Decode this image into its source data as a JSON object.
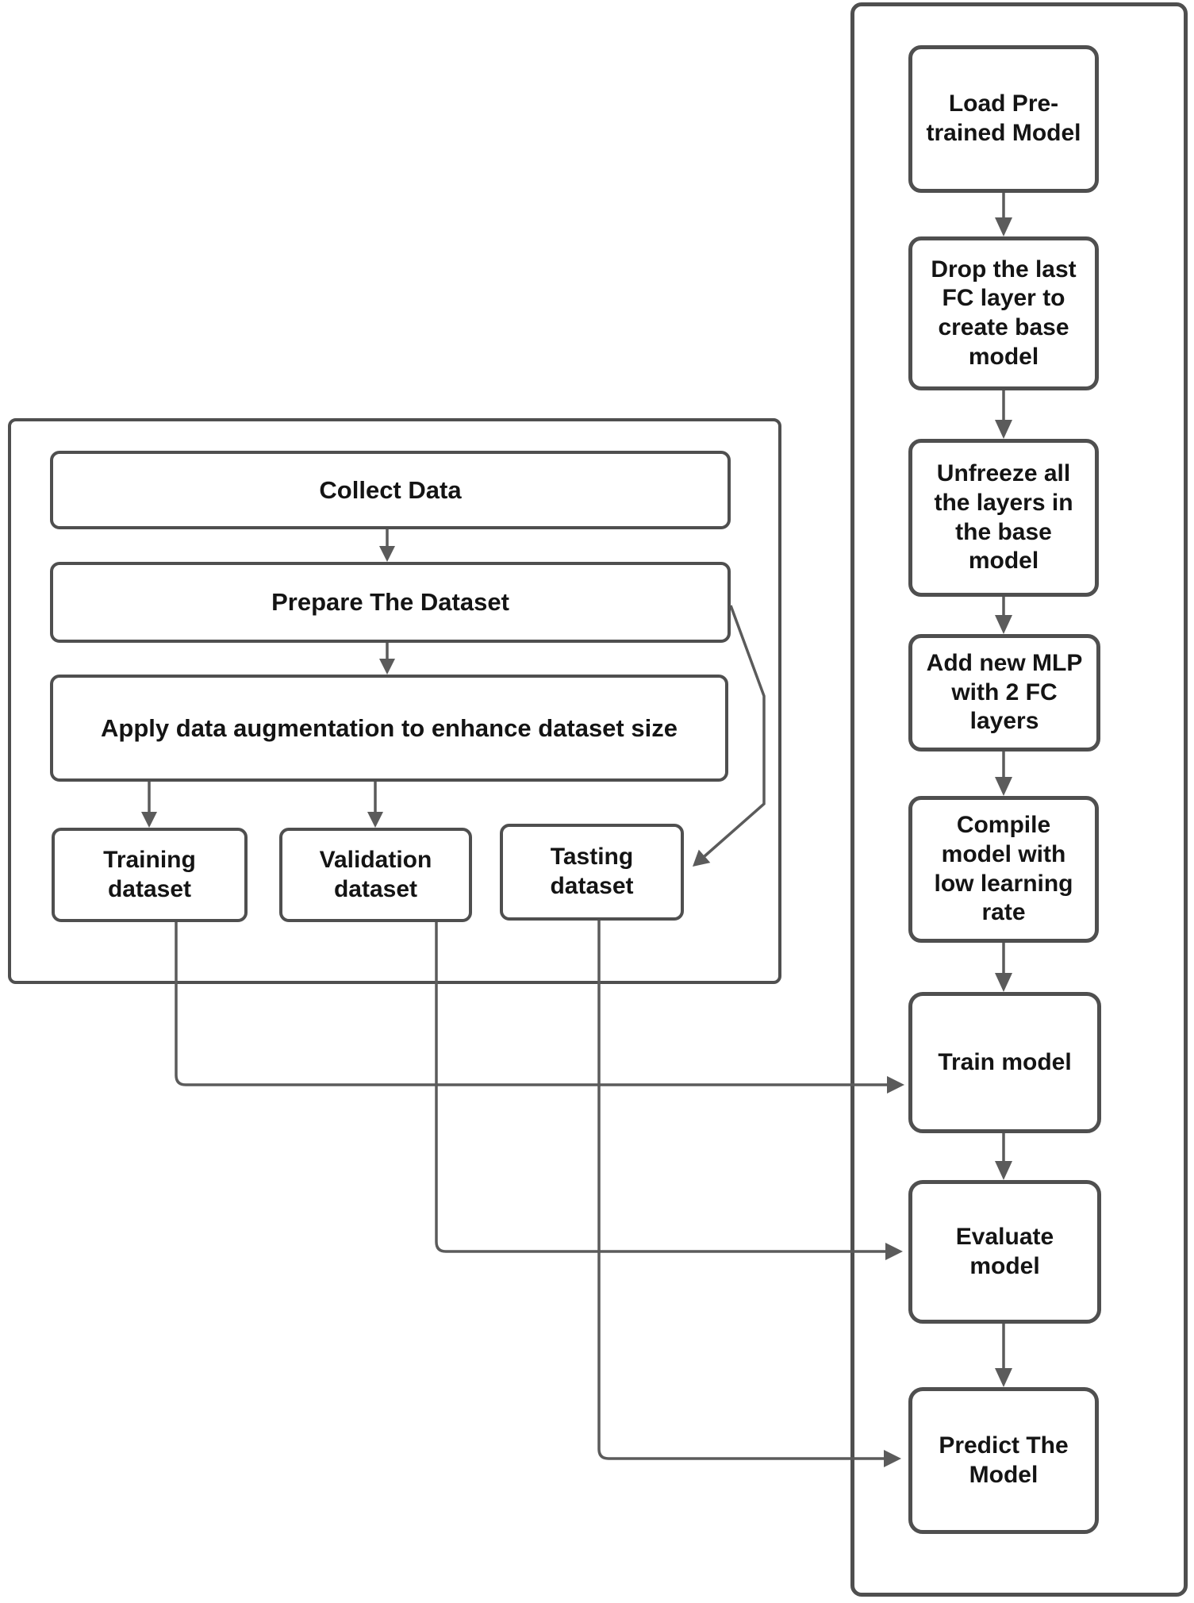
{
  "colors": {
    "background": "#ffffff",
    "box_border": "#4f4f4f",
    "connector": "#5b5b5b",
    "text": "#141414"
  },
  "left_group": {
    "nodes": [
      {
        "id": "collect-data",
        "label": "Collect Data"
      },
      {
        "id": "prepare-dataset",
        "label": "Prepare The Dataset"
      },
      {
        "id": "apply-augmentation",
        "label": "Apply data augmentation to enhance dataset size"
      },
      {
        "id": "training-dataset",
        "label": "Training dataset"
      },
      {
        "id": "validation-dataset",
        "label": "Validation dataset"
      },
      {
        "id": "tasting-dataset",
        "label": "Tasting dataset"
      }
    ]
  },
  "right_group": {
    "nodes": [
      {
        "id": "load-pretrained-model",
        "label": "Load Pre-trained Model"
      },
      {
        "id": "drop-last-fc-layer",
        "label": "Drop the last FC layer to create base model"
      },
      {
        "id": "unfreeze-layers",
        "label": "Unfreeze all the layers in the base model"
      },
      {
        "id": "add-new-mlp",
        "label": "Add new MLP with 2 FC layers"
      },
      {
        "id": "compile-model",
        "label": "Compile model with low learning rate"
      },
      {
        "id": "train-model",
        "label": "Train model"
      },
      {
        "id": "evaluate-model",
        "label": "Evaluate model"
      },
      {
        "id": "predict-model",
        "label": "Predict The Model"
      }
    ]
  }
}
